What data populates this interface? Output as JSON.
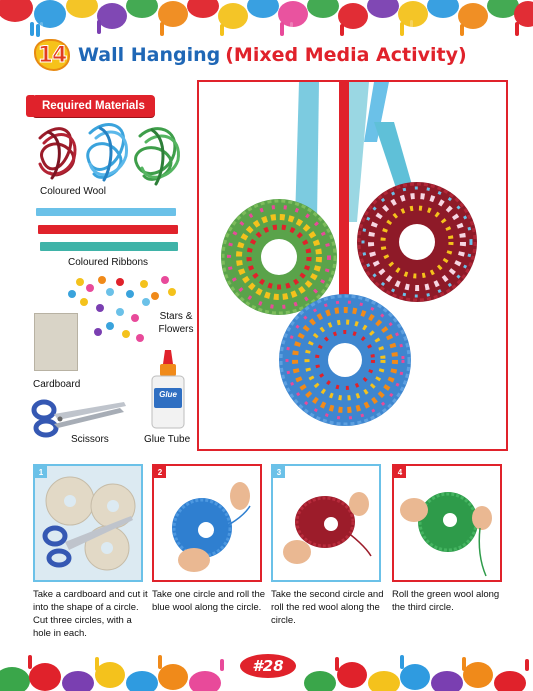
{
  "activity": {
    "number": "14",
    "title": "Wall Hanging",
    "subtitle": "(Mixed Media Activity)"
  },
  "materials": {
    "heading": "Required Materials",
    "items": [
      {
        "label": "Coloured Wool"
      },
      {
        "label": "Coloured Ribbons"
      },
      {
        "label": "Stars & Flowers"
      },
      {
        "label": "Cardboard"
      },
      {
        "label": "Scissors"
      },
      {
        "label": "Glue Tube"
      }
    ],
    "glue_label": "Glue"
  },
  "steps": [
    {
      "num": "1",
      "text": "Take a cardboard and cut it into the shape of a circle. Cut three circles, with a hole in each."
    },
    {
      "num": "2",
      "text": "Take one circle and roll the blue wool along the circle."
    },
    {
      "num": "3",
      "text": "Take the second circle and roll the red wool along the circle."
    },
    {
      "num": "4",
      "text": "Roll the green wool along the third circle."
    }
  ],
  "page_number": "28",
  "colors": {
    "title_blue": "#1f67b6",
    "accent_red": "#e0222b",
    "step_blue": "#6bc1e8",
    "wool_red": "#9c1c2a",
    "wool_blue": "#3aa3dc",
    "wool_green": "#3e9e4a"
  }
}
